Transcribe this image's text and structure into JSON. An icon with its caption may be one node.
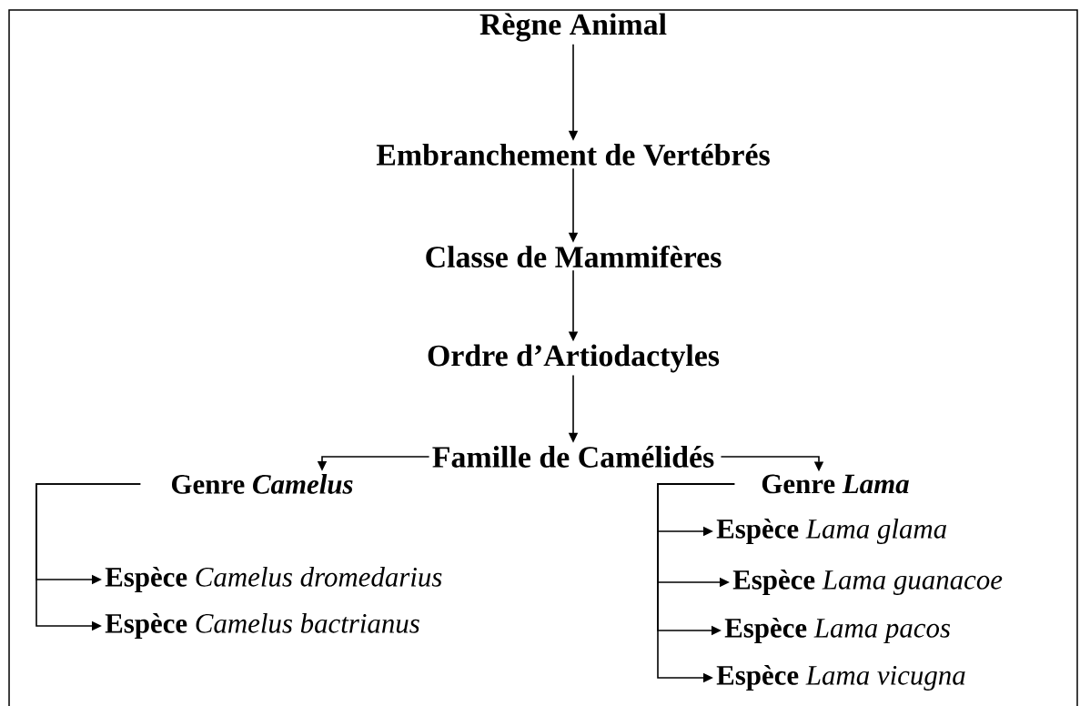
{
  "diagram": {
    "nodes": [
      {
        "text": [
          "Règne Animal"
        ]
      },
      {
        "text": [
          "Embranchement de Vertébrés"
        ]
      },
      {
        "text": [
          "Classe de Mammifères"
        ]
      },
      {
        "text": [
          "Ordre d’Artiodactyles"
        ]
      },
      {
        "text": [
          "Famille de Camélidés"
        ]
      },
      {
        "text": [
          "Genre *Camelus*"
        ]
      },
      {
        "text": [
          "Genre *Lama*"
        ]
      },
      {
        "text": [
          "**Espèce** *Camelus dromedarius*"
        ]
      },
      {
        "text": [
          "**Espèce** *Camelus bactrianus*"
        ]
      },
      {
        "text": [
          "**Espèce** *Lama glama*"
        ]
      },
      {
        "text": [
          "**Espèce** *Lama guanacoe*"
        ]
      },
      {
        "text": [
          "**Espèce** *Lama pacos*"
        ]
      },
      {
        "text": [
          "**Espèce** *Lama vicugna*"
        ]
      }
    ],
    "edges": [
      {
        "from": 0,
        "to": 1,
        "arrow": "to"
      },
      {
        "from": 1,
        "to": 2,
        "arrow": "to"
      },
      {
        "from": 2,
        "to": 3,
        "arrow": "to"
      },
      {
        "from": 3,
        "to": 4,
        "arrow": "to"
      },
      {
        "from": 4,
        "to": 5,
        "arrow": "to"
      },
      {
        "from": 4,
        "to": 6,
        "arrow": "to"
      },
      {
        "from": 5,
        "to": 7,
        "arrow": "to"
      },
      {
        "from": 5,
        "to": 8,
        "arrow": "to"
      },
      {
        "from": 6,
        "to": 9,
        "arrow": "to"
      },
      {
        "from": 6,
        "to": 10,
        "arrow": "to"
      },
      {
        "from": 6,
        "to": 11,
        "arrow": "to"
      },
      {
        "from": 6,
        "to": 12,
        "arrow": "to"
      }
    ]
  }
}
